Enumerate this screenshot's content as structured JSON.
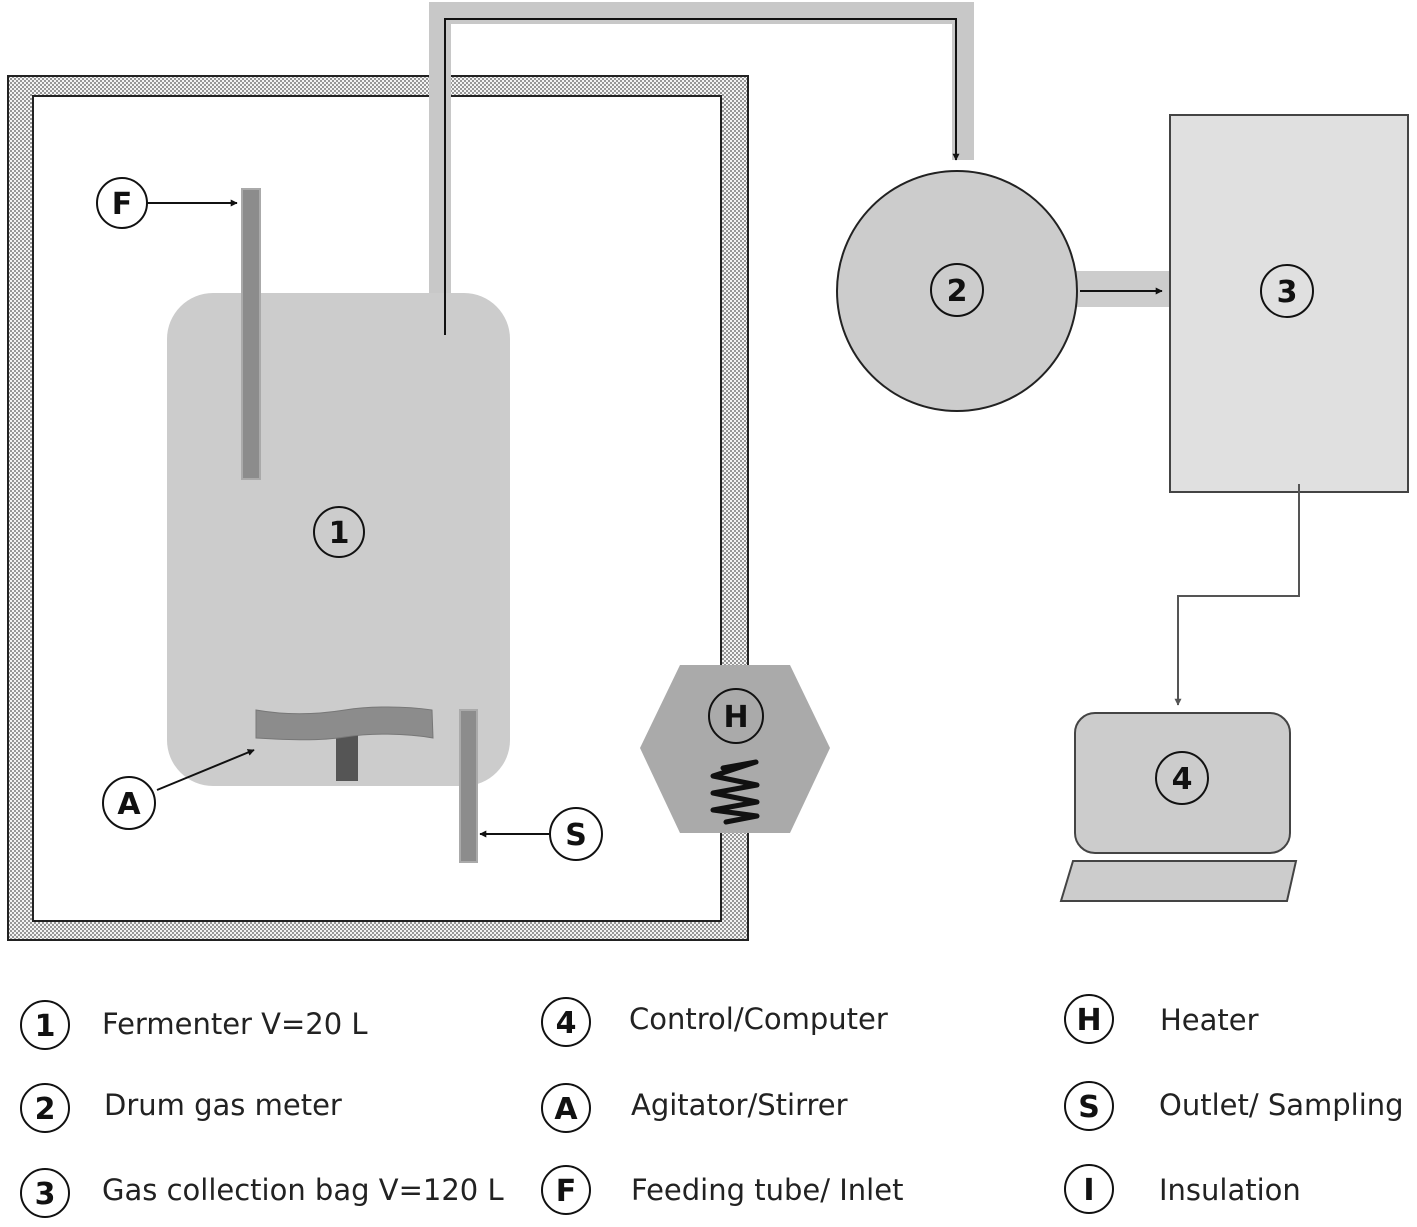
{
  "diagram": {
    "markers": {
      "fermenter": "1",
      "gas_meter": "2",
      "gas_bag": "3",
      "computer": "4",
      "heater": "H",
      "agitator": "A",
      "feeding_tube": "F",
      "outlet": "S"
    }
  },
  "legend": {
    "items": [
      {
        "symbol": "1",
        "text": "Fermenter V=20 L"
      },
      {
        "symbol": "2",
        "text": "Drum gas meter"
      },
      {
        "symbol": "3",
        "text": "Gas collection bag V=120 L"
      },
      {
        "symbol": "4",
        "text": "Control/Computer"
      },
      {
        "symbol": "A",
        "text": "Agitator/Stirrer"
      },
      {
        "symbol": "F",
        "text": "Feeding tube/ Inlet"
      },
      {
        "symbol": "H",
        "text": "Heater"
      },
      {
        "symbol": "S",
        "text": "Outlet/ Sampling"
      },
      {
        "symbol": "I",
        "text": "Insulation"
      }
    ]
  },
  "colors": {
    "vessel": "#cccccc",
    "tube": "#8c8c8c",
    "insulation": "#9a9a9a",
    "line": "#111111"
  }
}
